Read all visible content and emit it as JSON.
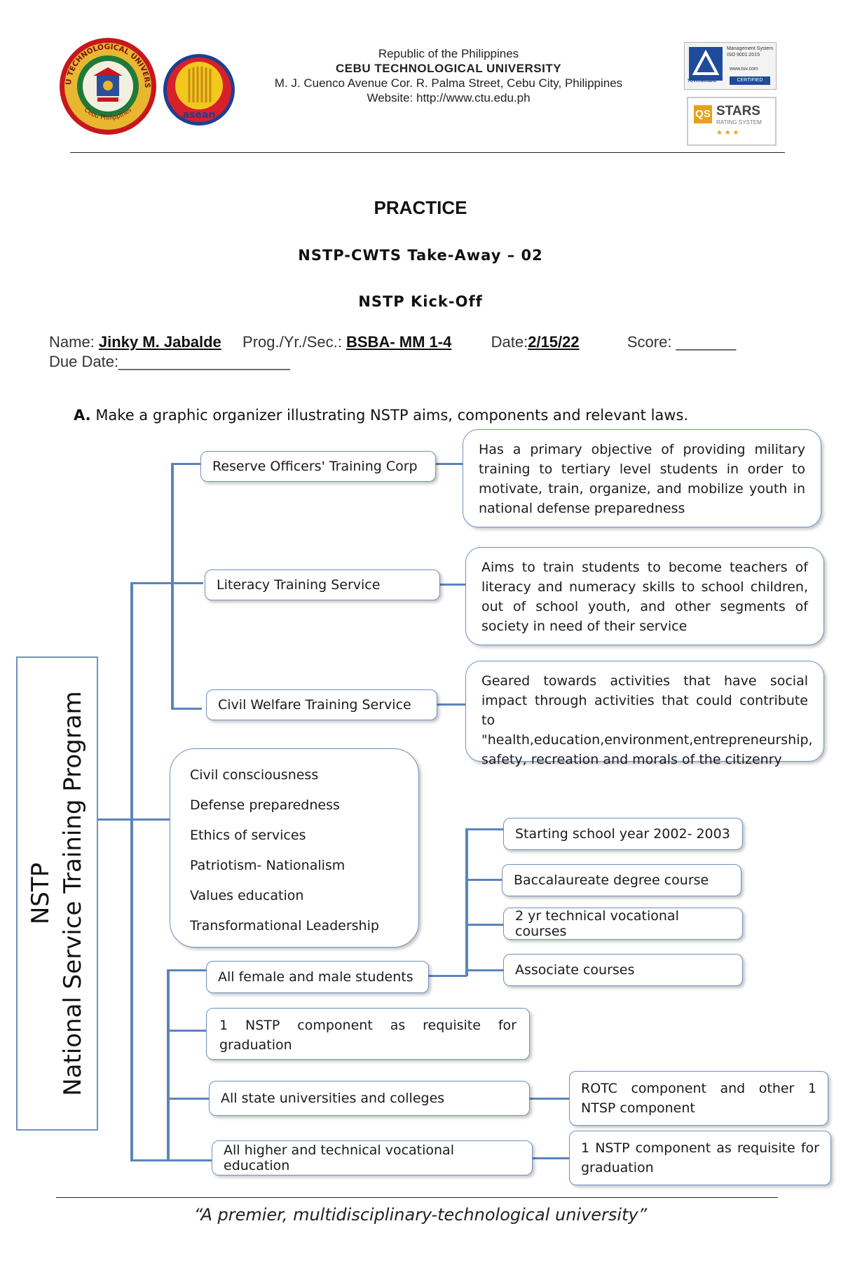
{
  "header": {
    "republic": "Republic of the Philippines",
    "university": "CEBU TECHNOLOGICAL UNIVERSITY",
    "address": "M. J. Cuenco Avenue Cor. R. Palma Street, Cebu City, Philippines",
    "website": "Website: http://www.ctu.edu.ph",
    "ctu_seal_top": "CEBU TECHNOLOGICAL UNIVERSITY",
    "ctu_seal_bottom": "Cebu Philippines",
    "asean_logo_text": "asean",
    "tuv_text": "Management System ISO 9001:2015",
    "tuv_brand": "TÜVRheinland",
    "tuv_certified": "CERTIFIED",
    "tuv_url": "www.tuv.com",
    "qs_brand": "QS",
    "qs_stars": "STARS",
    "qs_rating": "RATING SYSTEM",
    "qs_star_glyphs": "★ ★ ★"
  },
  "titles": {
    "practice": "PRACTICE",
    "takeaway": "NSTP-CWTS Take-Away – 02",
    "kickoff": "NSTP Kick-Off"
  },
  "form": {
    "name_label": "Name:",
    "name_value": "Jinky M. Jabalde",
    "prog_label": "Prog./Yr./Sec.:",
    "prog_value": "BSBA- MM 1-4",
    "date_label": "Date:",
    "date_value": "2/15/22",
    "score_label": "Score: _______",
    "due_label": "Due Date:____________________"
  },
  "instruction": {
    "letter": "A.",
    "text": "Make a graphic organizer illustrating NSTP aims, components and relevant laws."
  },
  "organizer": {
    "root_short": "NSTP",
    "root_long": "National Service Training Program",
    "components": [
      {
        "label": "Reserve Officers' Training Corp",
        "desc": "Has a primary objective of providing military training to tertiary level students in order to motivate, train, organize, and mobilize youth in national defense preparedness"
      },
      {
        "label": "Literacy Training Service",
        "desc": "Aims to train students to become teachers of literacy and numeracy skills to school children, out of school youth, and other segments of society in need of their service"
      },
      {
        "label": "Civil Welfare Training Service",
        "desc": "Geared towards activities that have social impact through activities that could contribute to \"health,education,environment,entrepreneurship, safety, recreation and morals of the citizenry"
      }
    ],
    "aims": [
      "Civil consciousness",
      "Defense preparedness",
      "Ethics of services",
      "Patriotism- Nationalism",
      "Values education",
      "Transformational Leadership"
    ],
    "coverage": {
      "students": "All female  and male students",
      "student_items": [
        "Starting school year 2002- 2003",
        "Baccalaureate degree course",
        "2 yr technical vocational courses",
        "Associate courses"
      ],
      "requisite": "1   NSTP   component   as   requisite   for graduation",
      "sucs": "All state universities and colleges",
      "sucs_detail": "ROTC  component  and  other  1 NTSP component",
      "higher_ed": "All higher and technical vocational education",
      "higher_ed_detail": "1 NSTP component as requisite for graduation"
    }
  },
  "footer": {
    "motto": "“A premier, multidisciplinary-technological university”"
  },
  "colors": {
    "connector": "#5b84bd",
    "box_border": "#6f90c3"
  }
}
